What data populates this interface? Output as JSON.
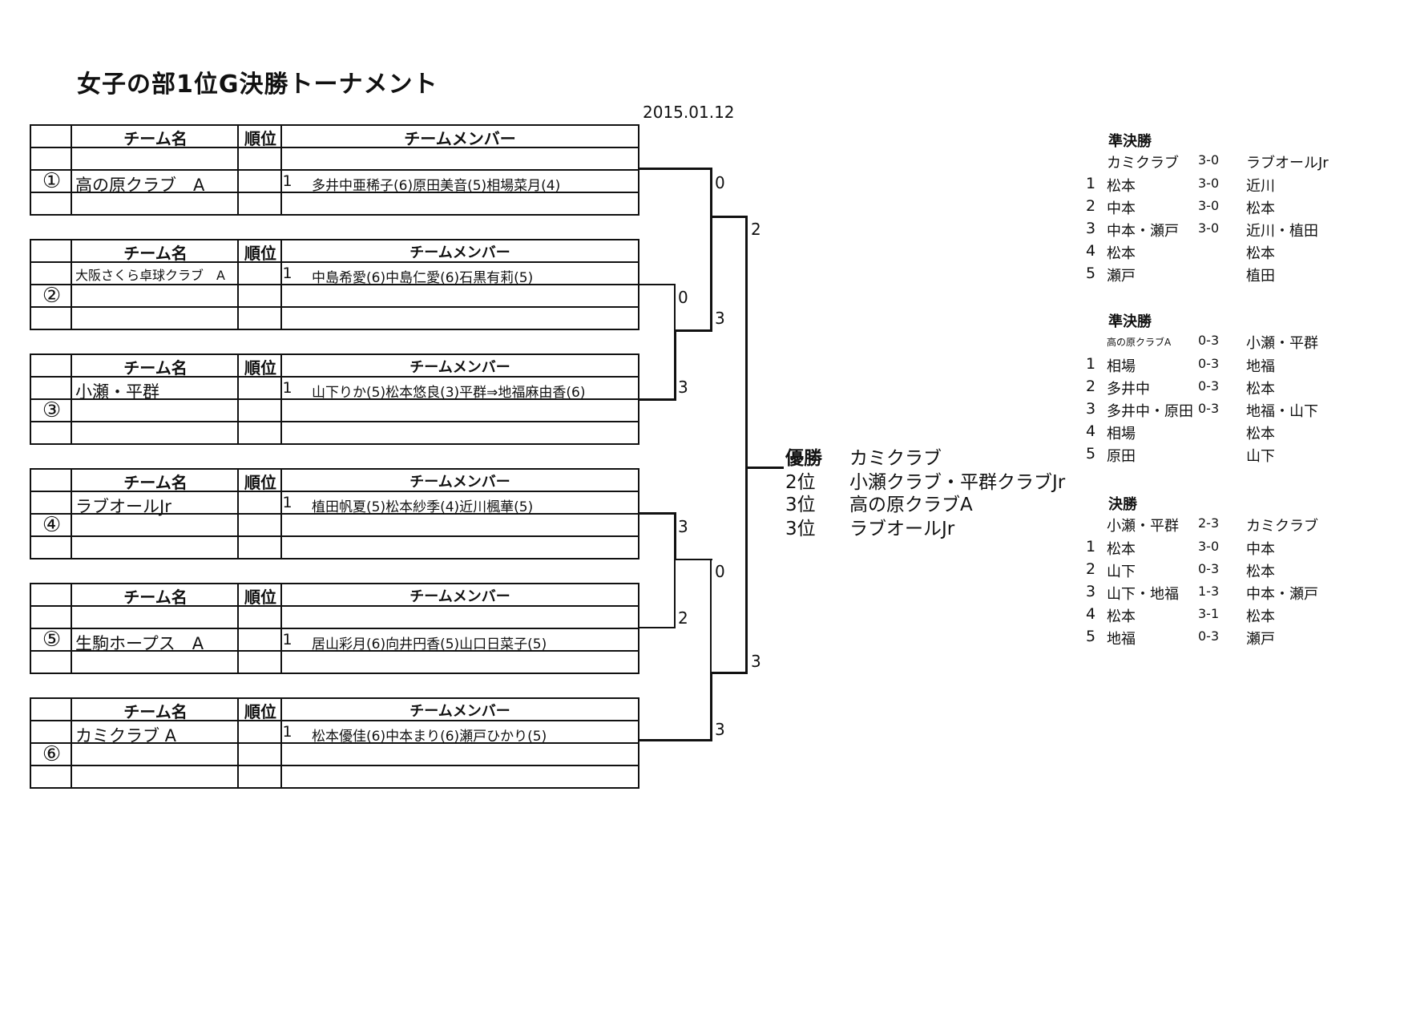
{
  "title": "女子の部1位G決勝トーナメント",
  "date": "2015.01.12",
  "headers": {
    "name": "チーム名",
    "rank": "順位",
    "members": "チームメンバー"
  },
  "teams": [
    {
      "num": "①",
      "name": "高の原クラブ　A",
      "rank": "1",
      "members": "多井中亜稀子(6)原田美音(5)相場菜月(4)"
    },
    {
      "num": "②",
      "name": "大阪さくら卓球クラブ　A",
      "rank": "1",
      "members": "中島希愛(6)中島仁愛(6)石黒有莉(5)"
    },
    {
      "num": "③",
      "name": "小瀬・平群",
      "rank": "1",
      "members": "山下りか(5)松本悠良(3)平群⇒地福麻由香(6)"
    },
    {
      "num": "④",
      "name": "ラブオールJr",
      "rank": "1",
      "members": "植田帆夏(5)松本紗季(4)近川楓華(5)"
    },
    {
      "num": "⑤",
      "name": "生駒ホープス　A",
      "rank": "1",
      "members": "居山彩月(6)向井円香(5)山口日菜子(5)"
    },
    {
      "num": "⑥",
      "name": "カミクラブ A",
      "rank": "1",
      "members": "松本優佳(6)中本まり(6)瀬戸ひかり(5)"
    }
  ],
  "scores": {
    "t1": "0",
    "t23": "2",
    "t2": "0",
    "t3": "3",
    "w23": "3",
    "t4": "3",
    "t5": "2",
    "w45": "0",
    "t6": "3",
    "final_bottom": "3"
  },
  "results": [
    {
      "label": "優勝",
      "value": "カミクラブ"
    },
    {
      "label": "2位",
      "value": "小瀬クラブ・平群クラブJr"
    },
    {
      "label": "3位",
      "value": "高の原クラブA"
    },
    {
      "label": "3位",
      "value": "ラブオールJr"
    }
  ],
  "matches": [
    {
      "title": "準決勝",
      "team_a": "カミクラブ",
      "score": "3-0",
      "team_b": "ラブオールJr",
      "games": [
        {
          "n": "1",
          "a": "松本",
          "s": "3-0",
          "b": "近川"
        },
        {
          "n": "2",
          "a": "中本",
          "s": "3-0",
          "b": "松本"
        },
        {
          "n": "3",
          "a": "中本・瀬戸",
          "s": "3-0",
          "b": "近川・植田"
        },
        {
          "n": "4",
          "a": "松本",
          "s": "",
          "b": "松本"
        },
        {
          "n": "5",
          "a": "瀬戸",
          "s": "",
          "b": "植田"
        }
      ]
    },
    {
      "title": "準決勝",
      "team_a": "高の原クラブA",
      "score": "0-3",
      "team_b": "小瀬・平群",
      "games": [
        {
          "n": "1",
          "a": "相場",
          "s": "0-3",
          "b": "地福"
        },
        {
          "n": "2",
          "a": "多井中",
          "s": "0-3",
          "b": "松本"
        },
        {
          "n": "3",
          "a": "多井中・原田",
          "s": "0-3",
          "b": "地福・山下"
        },
        {
          "n": "4",
          "a": "相場",
          "s": "",
          "b": "松本"
        },
        {
          "n": "5",
          "a": "原田",
          "s": "",
          "b": "山下"
        }
      ]
    },
    {
      "title": "決勝",
      "team_a": "小瀬・平群",
      "score": "2-3",
      "team_b": "カミクラブ",
      "games": [
        {
          "n": "1",
          "a": "松本",
          "s": "3-0",
          "b": "中本"
        },
        {
          "n": "2",
          "a": "山下",
          "s": "0-3",
          "b": "松本"
        },
        {
          "n": "3",
          "a": "山下・地福",
          "s": "1-3",
          "b": "中本・瀬戸"
        },
        {
          "n": "4",
          "a": "松本",
          "s": "3-1",
          "b": "松本"
        },
        {
          "n": "5",
          "a": "地福",
          "s": "0-3",
          "b": "瀬戸"
        }
      ]
    }
  ]
}
